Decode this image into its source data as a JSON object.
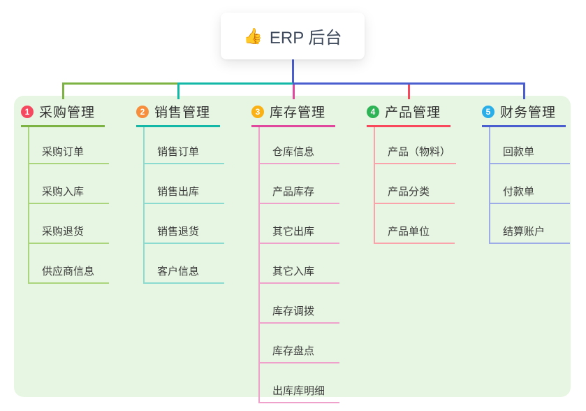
{
  "root": {
    "icon": "👍",
    "label": "ERP 后台"
  },
  "branches": [
    {
      "num": "1",
      "label": "采购管理",
      "badge_color": "#f5495f",
      "line_color": "#7cb342",
      "tint_color": "#abd57d",
      "children": [
        "采购订单",
        "采购入库",
        "采购退货",
        "供应商信息"
      ]
    },
    {
      "num": "2",
      "label": "销售管理",
      "badge_color": "#f78e3d",
      "line_color": "#14b8a6",
      "tint_color": "#8cdbd1",
      "children": [
        "销售订单",
        "销售出库",
        "销售退货",
        "客户信息"
      ]
    },
    {
      "num": "3",
      "label": "库存管理",
      "badge_color": "#f9b115",
      "line_color": "#e0489e",
      "tint_color": "#f0a1cb",
      "children": [
        "仓库信息",
        "产品库存",
        "其它出库",
        "其它入库",
        "库存调拨",
        "库存盘点",
        "出库库明细"
      ]
    },
    {
      "num": "4",
      "label": "产品管理",
      "badge_color": "#2eb356",
      "line_color": "#f9485c",
      "tint_color": "#fba3ab",
      "children": [
        "产品（物料）",
        "产品分类",
        "产品单位"
      ]
    },
    {
      "num": "5",
      "label": "财务管理",
      "badge_color": "#2aaee8",
      "line_color": "#4a5ed0",
      "tint_color": "#9dabe6",
      "children": [
        "回款单",
        "付款单",
        "结算账户"
      ]
    }
  ],
  "canvas": {
    "panel_bg": "#e7f6e2",
    "root_connector_color": "#4a5ed0"
  }
}
